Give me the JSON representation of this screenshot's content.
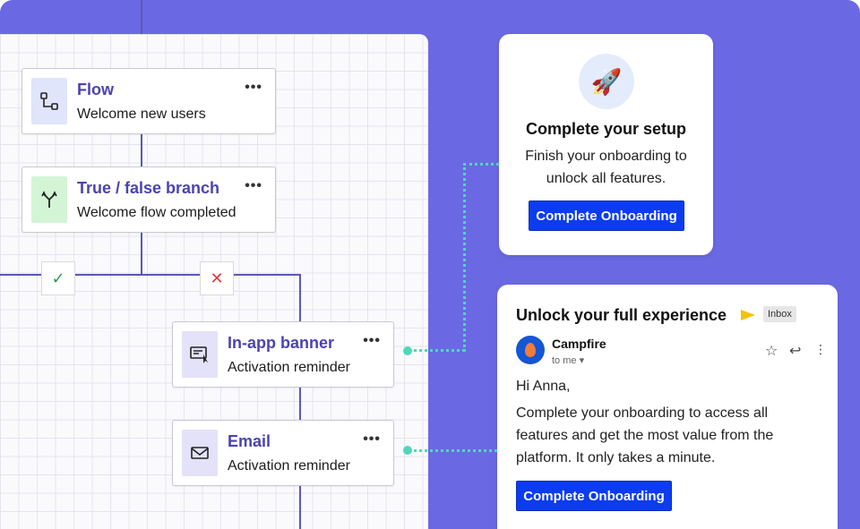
{
  "flow": {
    "nodes": [
      {
        "title": "Flow",
        "subtitle": "Welcome new users",
        "menu": "•••",
        "icon": "flow-icon"
      },
      {
        "title": "True / false branch",
        "subtitle": "Welcome flow completed",
        "menu": "•••",
        "icon": "branch-icon"
      },
      {
        "title": "In-app banner",
        "subtitle": "Activation reminder",
        "menu": "•••",
        "icon": "banner-icon"
      },
      {
        "title": "Email",
        "subtitle": "Activation reminder",
        "menu": "•••",
        "icon": "mail-icon"
      }
    ],
    "true_glyph": "✓",
    "false_glyph": "✕"
  },
  "inapp": {
    "icon": "rocket-icon",
    "icon_glyph": "🚀",
    "title": "Complete your setup",
    "body": "Finish your onboarding to unlock all features.",
    "button": "Complete Onboarding"
  },
  "email": {
    "subject": "Unlock your full experience",
    "label": "Inbox",
    "sender": "Campfire",
    "recipient": "to me",
    "greeting": "Hi Anna,",
    "body": "Complete your onboarding to access all features and get the most value from the platform. It only takes a minute.",
    "button": "Complete Onboarding"
  },
  "colors": {
    "background": "#6b68e3",
    "accent": "#4a43b0",
    "button": "#0c3cf0",
    "connector": "#4fd8b8"
  }
}
